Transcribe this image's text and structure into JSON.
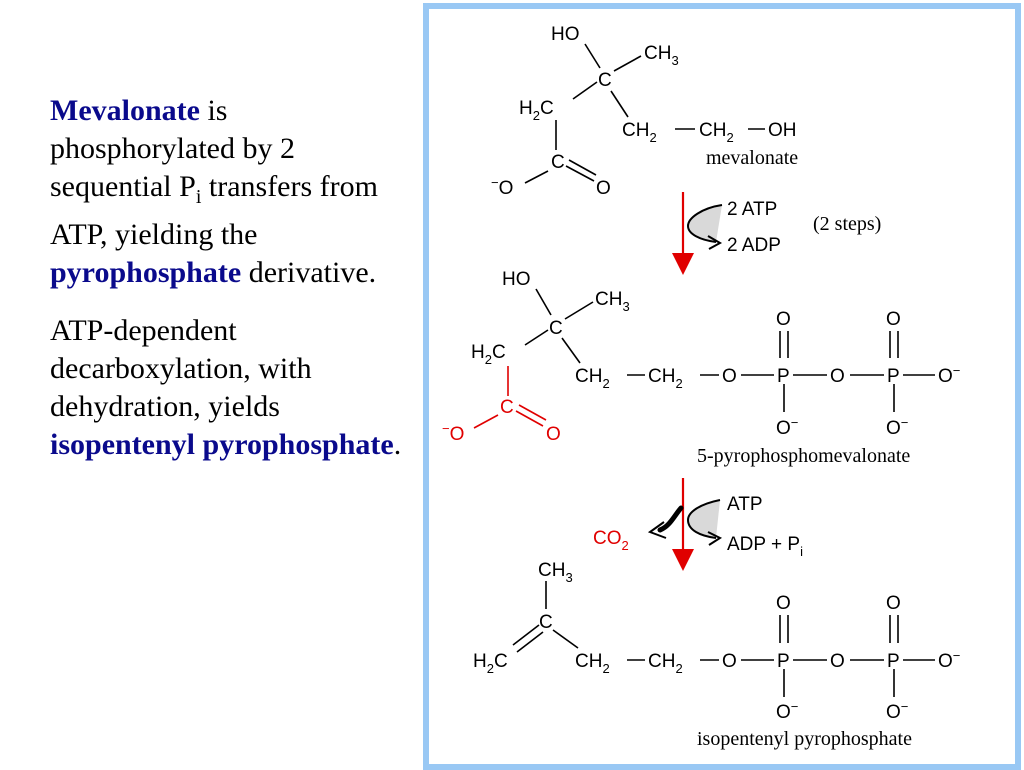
{
  "paragraphs": {
    "p1": {
      "t1": "Mevalonate",
      "t2": " is phosphorylated by 2 sequential P",
      "t3": "i",
      "t4": " transfers from ATP, yielding the ",
      "t5": "pyrophosphate",
      "t6": " derivative."
    },
    "p2": {
      "t1": "ATP-dependent decarboxylation, with dehydration, yields ",
      "t2": "isopentenyl pyrophosphate",
      "t3": "."
    }
  },
  "atoms": {
    "HO": "HO",
    "C": "C",
    "CH": "CH",
    "H": "H",
    "O": "O",
    "P": "P",
    "OH": "OH",
    "sub2": "2",
    "sub3": "3",
    "minus": "−"
  },
  "labels": {
    "mevalonate": "mevalonate",
    "pyrophosphomevalonate": "5-pyrophosphomevalonate",
    "isopentenyl_pp": "isopentenyl pyrophosphate"
  },
  "step1": {
    "atp": "2 ATP",
    "adp": "2 ADP",
    "note": "(2 steps)"
  },
  "step2": {
    "atp": "ATP",
    "adp": "ADP + P",
    "adp_sub": "i",
    "co": "CO",
    "co_sub": "2"
  },
  "colors": {
    "panel_border": "#99c8f4",
    "highlight": "#0a0a8c",
    "red": "#e00000"
  }
}
